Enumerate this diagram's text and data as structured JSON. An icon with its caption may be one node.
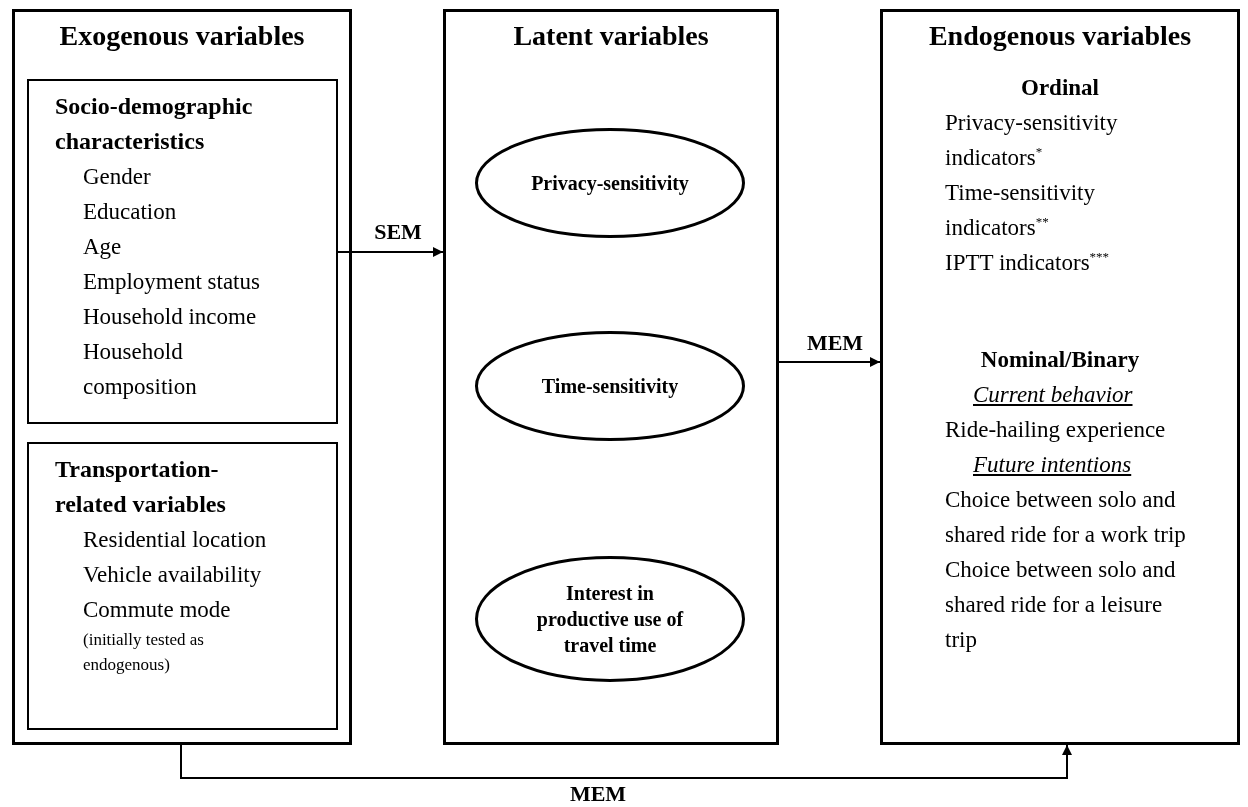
{
  "diagram": {
    "nodes": [
      {
        "text": [
          "Exogenous variables"
        ]
      },
      {
        "text": [
          "Socio-demographic characteristics",
          "Gender",
          "Education",
          "Age",
          "Employment status",
          "Household income",
          "Household composition"
        ],
        "in": 0
      },
      {
        "text": [
          "Transportation-related variables",
          "Residential location",
          "Vehicle availability",
          "Commute mode",
          "(initially tested as endogenous)"
        ],
        "in": 0
      },
      {
        "text": [
          "Latent variables"
        ]
      },
      {
        "text": [
          "Privacy-sensitivity"
        ],
        "in": 3
      },
      {
        "text": [
          "Time-sensitivity"
        ],
        "in": 3
      },
      {
        "text": [
          "Interest in productive use of travel time"
        ],
        "in": 3
      },
      {
        "text": [
          "Endogenous variables",
          "Ordinal",
          "Privacy-sensitivity indicators$^{*}$",
          "Time-sensitivity indicators$^{**}$",
          "IPTT indicators$^{***}$",
          "Nominal/Binary",
          "Current behavior",
          "Ride-hailing experience",
          "Future intentions",
          "Choice between solo and shared ride for a work trip",
          "Choice between solo and shared ride for a leisure trip"
        ]
      }
    ],
    "edges": [
      {
        "from": 1,
        "to": 3,
        "arrow": "to",
        "label": "SEM"
      },
      {
        "from": 3,
        "to": 7,
        "arrow": "to",
        "label": "MEM"
      },
      {
        "from": 0,
        "to": 7,
        "arrow": "to",
        "label": "MEM"
      }
    ]
  }
}
